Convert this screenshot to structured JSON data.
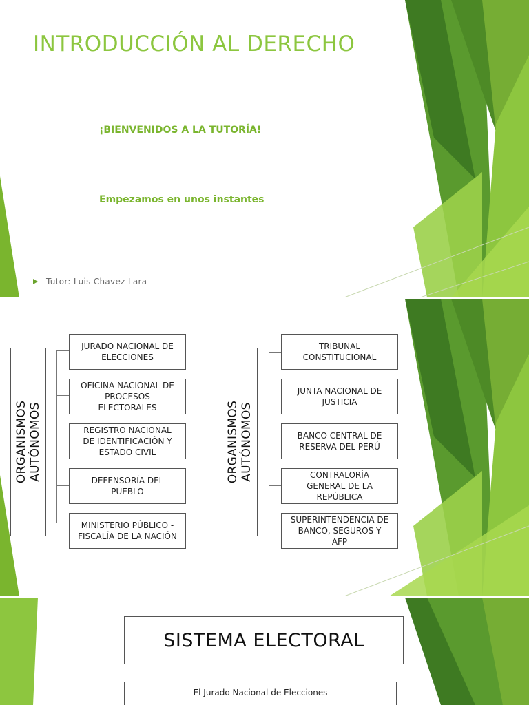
{
  "slide1": {
    "title": "INTRODUCCIÓN AL DERECHO",
    "welcome": "¡BIENVENIDOS A LA TUTORÍA!",
    "starting": "Empezamos en unos instantes",
    "tutor": "Tutor: Luis Chavez Lara"
  },
  "slide2": {
    "left_group": {
      "label_line1": "ORGANISMOS",
      "label_line2": "AUTÓNOMOS",
      "items": [
        {
          "line1": "JURADO NACIONAL DE",
          "line2": "ELECCIONES",
          "line3": ""
        },
        {
          "line1": "OFICINA NACIONAL DE",
          "line2": "PROCESOS",
          "line3": "ELECTORALES"
        },
        {
          "line1": "REGISTRO NACIONAL",
          "line2": "DE IDENTIFICACIÓN Y",
          "line3": "ESTADO CIVIL"
        },
        {
          "line1": "DEFENSORÍA DEL",
          "line2": "PUEBLO",
          "line3": ""
        },
        {
          "line1": "MINISTERIO PÚBLICO -",
          "line2": "FISCALÍA DE LA NACIÓN",
          "line3": ""
        }
      ]
    },
    "right_group": {
      "label_line1": "ORGANISMOS",
      "label_line2": "AUTÓNOMOS",
      "items": [
        {
          "line1": "TRIBUNAL",
          "line2": "CONSTITUCIONAL",
          "line3": ""
        },
        {
          "line1": "JUNTA NACIONAL DE",
          "line2": "JUSTICIA",
          "line3": ""
        },
        {
          "line1": "BANCO CENTRAL DE",
          "line2": "RESERVA DEL PERÚ",
          "line3": ""
        },
        {
          "line1": "CONTRALORÍA",
          "line2": "GENERAL DE LA",
          "line3": "REPÚBLICA"
        },
        {
          "line1": "SUPERINTENDENCIA DE",
          "line2": "BANCO, SEGUROS Y",
          "line3": "AFP"
        }
      ]
    }
  },
  "slide3": {
    "title": "SISTEMA ELECTORAL",
    "subtitle": "El Jurado Nacional de Elecciones"
  },
  "colors": {
    "title_green": "#8cc63f",
    "text_green": "#7ab52e",
    "dark_green": "#3e7a22",
    "light_green": "#8dc63f"
  }
}
